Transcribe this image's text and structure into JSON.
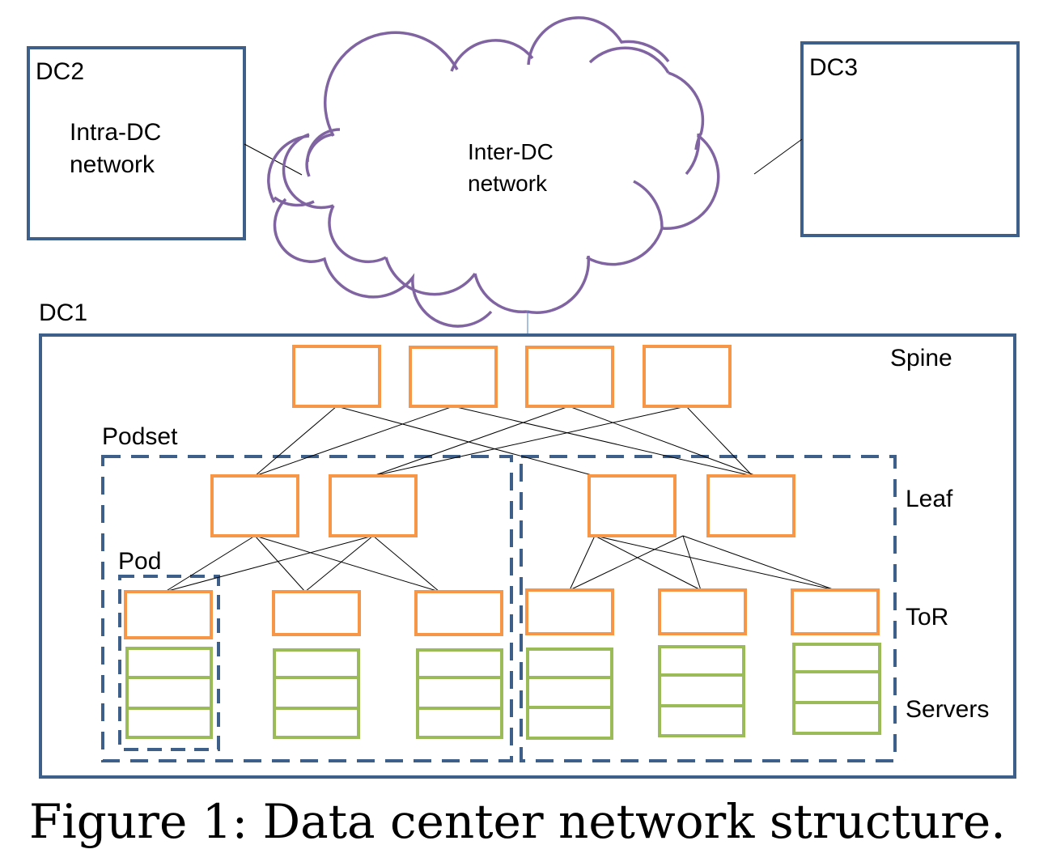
{
  "diagram": {
    "dc2": {
      "title": "DC2",
      "body_line1": "Intra-DC",
      "body_line2": "network"
    },
    "dc3": {
      "title": "DC3"
    },
    "cloud": {
      "line1": "Inter-DC",
      "line2": "network"
    },
    "dc1": {
      "title": "DC1"
    },
    "tiers": {
      "spine": "Spine",
      "leaf": "Leaf",
      "tor": "ToR",
      "servers": "Servers"
    },
    "groups": {
      "podset": "Podset",
      "pod": "Pod"
    },
    "colors": {
      "dc_border": "#3d5f8a",
      "switch": "#f79646",
      "server": "#9bbb59",
      "cloud": "#8064a2"
    }
  },
  "caption": "Figure 1: Data center network structure."
}
